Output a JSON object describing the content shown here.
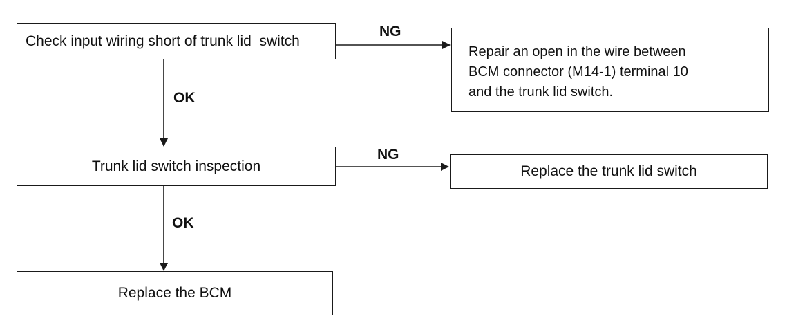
{
  "flowchart": {
    "nodes": {
      "check_wiring": "Check input wiring short of trunk lid  switch",
      "repair_open": "Repair an open in the wire between\nBCM connector (M14-1) terminal 10\nand the trunk lid switch.",
      "switch_inspection": "Trunk lid switch inspection",
      "replace_switch": "Replace the trunk lid switch",
      "replace_bcm": "Replace the BCM"
    },
    "edges": [
      {
        "from": "check_wiring",
        "to": "repair_open",
        "label": "NG"
      },
      {
        "from": "check_wiring",
        "to": "switch_inspection",
        "label": "OK"
      },
      {
        "from": "switch_inspection",
        "to": "replace_switch",
        "label": "NG"
      },
      {
        "from": "switch_inspection",
        "to": "replace_bcm",
        "label": "OK"
      }
    ]
  }
}
